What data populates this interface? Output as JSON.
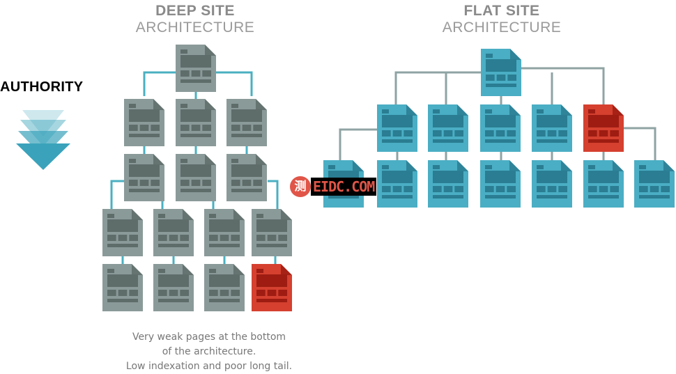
{
  "deep": {
    "title_bold": "DEEP SITE",
    "title_light": "ARCHITECTURE",
    "caption": [
      "Very weak pages at the bottom",
      "of the architecture.",
      "Low indexation and poor long tail."
    ]
  },
  "flat": {
    "title_bold": "FLAT SITE",
    "title_light": "ARCHITECTURE"
  },
  "authority": {
    "label": "AUTHORITY"
  },
  "watermark": {
    "seal": "测",
    "text": "EIDC.COM"
  },
  "colors": {
    "deep_page": "#8a9a98",
    "deep_page_dark": "#5e6c6a",
    "flat_page": "#4aaec4",
    "flat_page_dark": "#2a7d92",
    "weak_page": "#d5402f",
    "weak_page_dark": "#9e1c12",
    "connector": "#4ab0c2",
    "flat_connector": "#8fa3a3",
    "authority": "#3aa3bb"
  }
}
